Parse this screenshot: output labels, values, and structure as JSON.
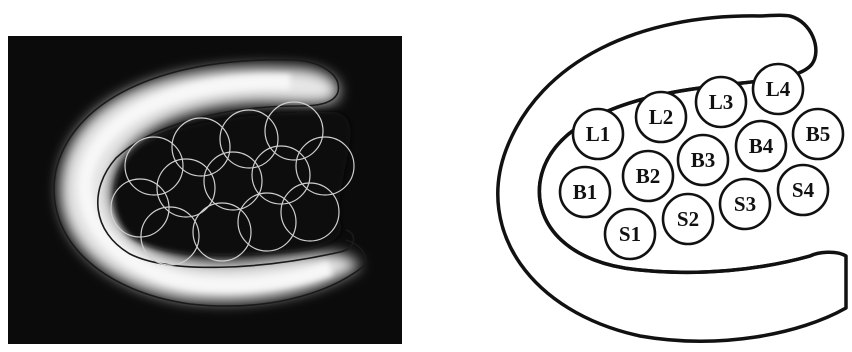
{
  "left_panel": {
    "kind": "grayscale scan image",
    "background_color": "#0b0b0b",
    "tissue_color": "#e6e6e6",
    "contour_color": "#1a1a1a",
    "circle_outline_color": "#cfcfcf"
  },
  "right_panel": {
    "kind": "schematic",
    "stroke_color": "#111111",
    "fill_color": "#ffffff",
    "regions": [
      {
        "id": "L1",
        "label": "L1"
      },
      {
        "id": "L2",
        "label": "L2"
      },
      {
        "id": "L3",
        "label": "L3"
      },
      {
        "id": "L4",
        "label": "L4"
      },
      {
        "id": "B1",
        "label": "B1"
      },
      {
        "id": "B2",
        "label": "B2"
      },
      {
        "id": "B3",
        "label": "B3"
      },
      {
        "id": "B4",
        "label": "B4"
      },
      {
        "id": "B5",
        "label": "B5"
      },
      {
        "id": "S1",
        "label": "S1"
      },
      {
        "id": "S2",
        "label": "S2"
      },
      {
        "id": "S3",
        "label": "S3"
      },
      {
        "id": "S4",
        "label": "S4"
      }
    ]
  }
}
